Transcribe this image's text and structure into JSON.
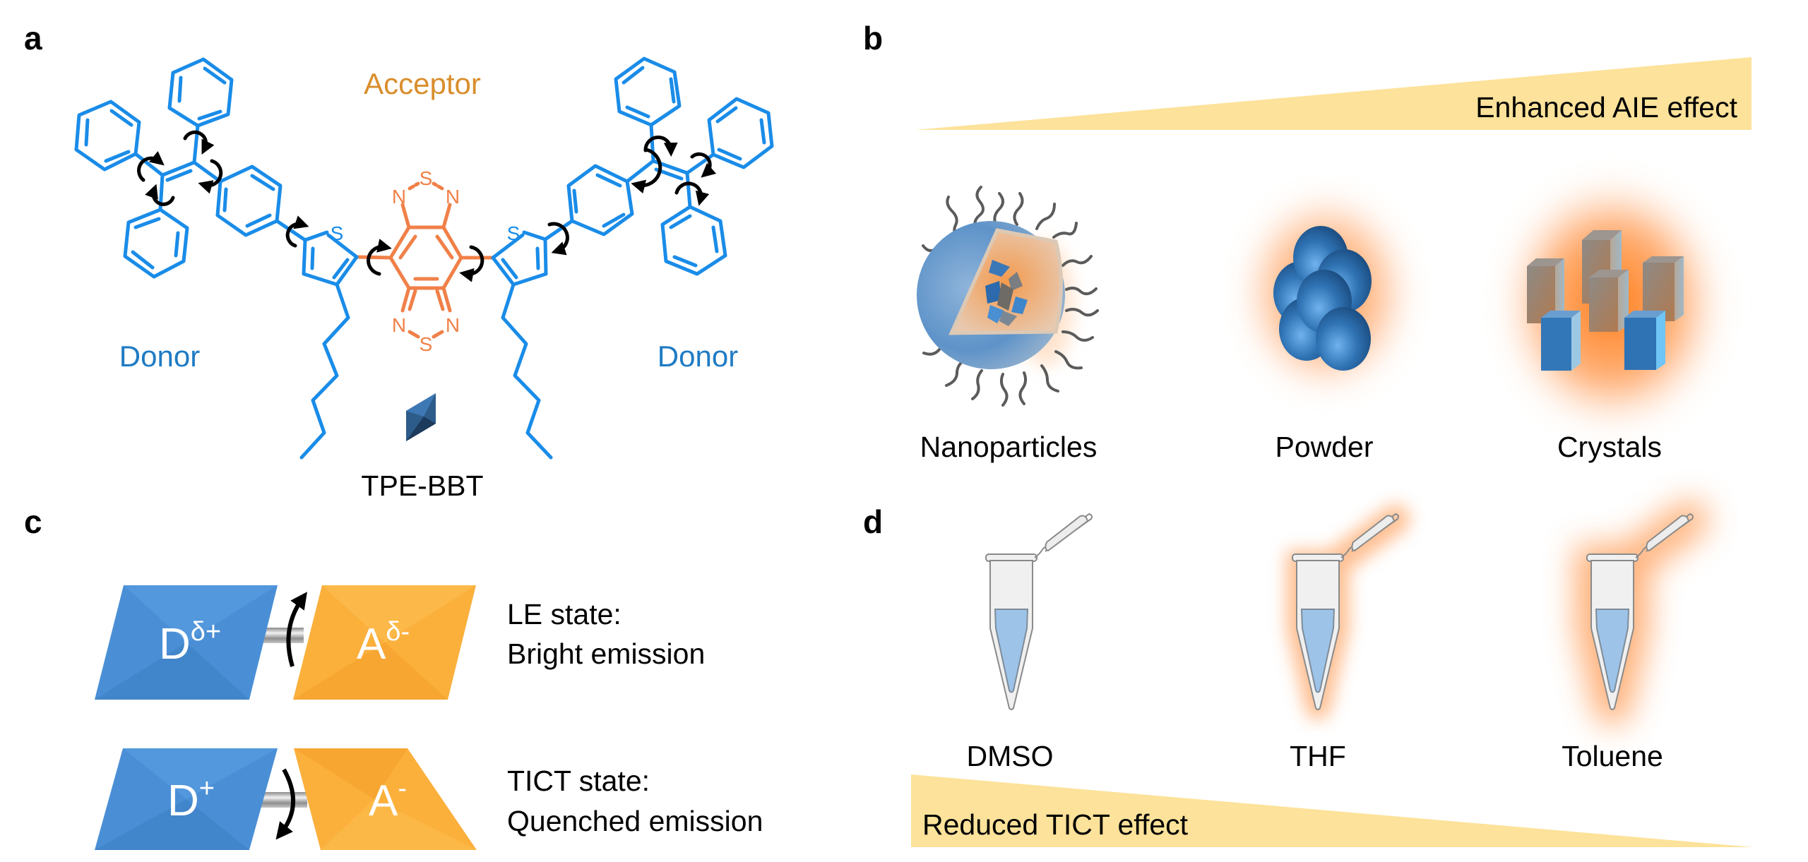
{
  "figure": {
    "panels": {
      "a": {
        "label": "a",
        "acceptor_label": "Acceptor",
        "donor_left_label": "Donor",
        "donor_right_label": "Donor",
        "compound_name": "TPE-BBT",
        "atoms": {
          "sulfur": "S",
          "nitrogen": "N"
        },
        "colors": {
          "donor": "#1A8CE8",
          "acceptor": "#F08048"
        }
      },
      "b": {
        "label": "b",
        "trend_label": "Enhanced AIE effect",
        "states": [
          {
            "name": "Nanoparticles",
            "glow": 0.2
          },
          {
            "name": "Powder",
            "glow": 0.6
          },
          {
            "name": "Crystals",
            "glow": 1.0
          }
        ]
      },
      "c": {
        "label": "c",
        "rows": [
          {
            "donor": "D",
            "donor_sup": "δ+",
            "acceptor": "A",
            "acceptor_sup": "δ-",
            "state": "LE state:",
            "emission": "Bright emission"
          },
          {
            "donor": "D",
            "donor_sup": "+",
            "acceptor": "A",
            "acceptor_sup": "-",
            "state": "TICT state:",
            "emission": "Quenched emission"
          }
        ]
      },
      "d": {
        "label": "d",
        "trend_label": "Reduced TICT effect",
        "solvents": [
          {
            "name": "DMSO",
            "glow": 0.0
          },
          {
            "name": "THF",
            "glow": 0.5
          },
          {
            "name": "Toluene",
            "glow": 1.0
          }
        ]
      }
    }
  }
}
